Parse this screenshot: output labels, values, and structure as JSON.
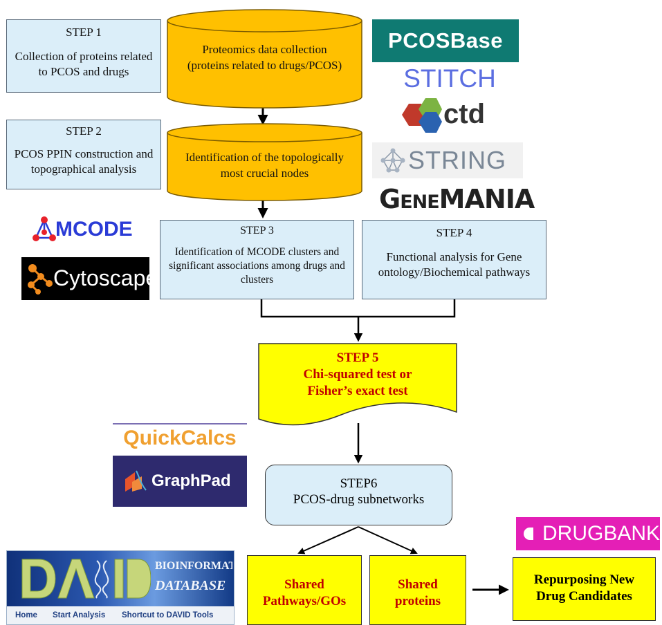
{
  "steps": {
    "step1": {
      "title": "STEP 1",
      "body": "Collection of proteins related to PCOS and drugs"
    },
    "step2": {
      "title": "STEP 2",
      "body": "PCOS PPIN construction and topographical analysis"
    },
    "step3": {
      "title": "STEP 3",
      "body": "Identification of MCODE clusters and significant associations among drugs and clusters"
    },
    "step4": {
      "title": "STEP 4",
      "body": "Functional analysis for Gene ontology/Biochemical pathways"
    },
    "step5": {
      "title": "STEP 5",
      "line1": "Chi-squared test or",
      "line2": "Fisher’s exact test"
    },
    "step6": {
      "title": "STEP6",
      "body": "PCOS-drug subnetworks"
    }
  },
  "cylinders": {
    "top": {
      "line1": "Proteomics data collection",
      "line2": "(proteins related to drugs/PCOS)"
    },
    "middle": {
      "line1": "Identification of the topologically",
      "line2": "most crucial nodes"
    }
  },
  "outputs": {
    "shared_pathways": {
      "line1": "Shared",
      "line2": "Pathways/GOs"
    },
    "shared_proteins": {
      "line1": "Shared",
      "line2": "proteins"
    },
    "repurposing": {
      "line1": "Repurposing New",
      "line2": "Drug Candidates"
    }
  },
  "logos": {
    "pcosbase": "PCOSBase",
    "stitch": "STITCH",
    "ctd": "ctd",
    "string": "STRING",
    "genemania": "GeneMANIA",
    "mcode": "MCODE",
    "cytoscape": "Cytoscape",
    "quickcalcs": "QuickCalcs",
    "graphpad": "GraphPad",
    "drugbank": "DRUGBANK",
    "david_line1": "BIOINFORMATICS",
    "david_line2": "DATABASE",
    "david_nav": [
      "Home",
      "Start Analysis",
      "Shortcut to DAVID Tools"
    ]
  },
  "colors": {
    "step_box": "#dbeef9",
    "cylinder": "#ffc000",
    "highlight": "#ffff00",
    "highlight_text": "#c00000",
    "pcosbase_bg": "#0f7a72",
    "stitch": "#5b6ee1",
    "genemania": "#222222",
    "quickcalcs": "#f0a030",
    "graphpad_bg": "#2e2a6e",
    "drugbank": "#e41fb6"
  }
}
